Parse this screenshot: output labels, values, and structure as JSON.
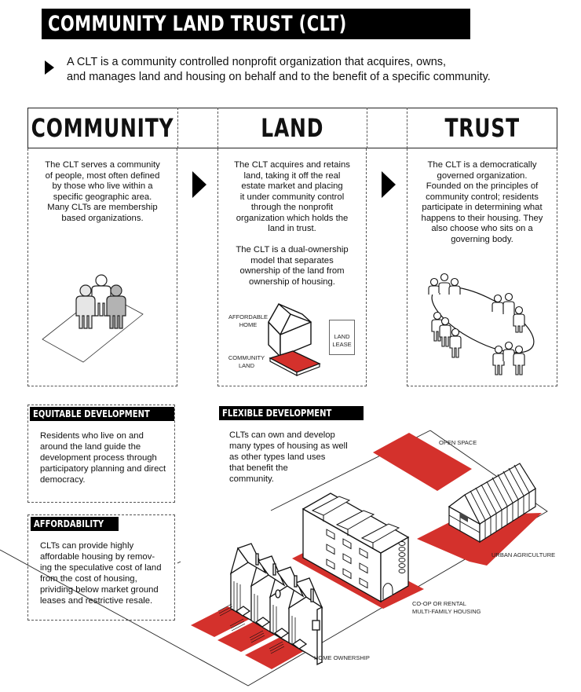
{
  "title": "COMMUNITY LAND TRUST (CLT)",
  "intro": {
    "line1": "A CLT is a community controlled nonprofit organization that  acquires, owns,",
    "line2": "and manages land and housing on behalf and to the benefit of a specific community."
  },
  "columns": [
    {
      "heading": "COMMUNITY",
      "body": [
        "The CLT serves a community",
        "of people, most often defined",
        "by those who live within a",
        "specific geographic area.",
        "Many CLTs are membership",
        "based organizations."
      ],
      "illustration": "people-on-land-icon"
    },
    {
      "heading": "LAND",
      "body": [
        "The CLT acquires and retains",
        "land, taking it off the real",
        "estate market and placing",
        "it under community control",
        "through the nonprofit",
        "organization which holds the",
        "land in trust."
      ],
      "body2": [
        "The CLT is a dual-ownership",
        "model that separates",
        "ownership of the land from",
        "ownership of housing."
      ],
      "labels": {
        "home": [
          "AFFORDABLE",
          "HOME"
        ],
        "land": [
          "COMMUNITY",
          "LAND"
        ],
        "lease": [
          "LAND",
          "LEASE"
        ]
      }
    },
    {
      "heading": "TRUST",
      "body": [
        "The CLT is a democratically",
        "governed organization.",
        "Founded on the principles of",
        "community control; residents",
        "participate in determining what",
        "happens to their housing. They",
        "also choose who sits on a",
        "governing body."
      ],
      "illustration": "board-table-icon"
    }
  ],
  "sections": {
    "equitable": {
      "tag": "EQUITABLE DEVELOPMENT",
      "body": [
        "Residents who live on and",
        "around the land guide the",
        "development process through",
        "participatory planning and direct",
        "democracy."
      ]
    },
    "affordability": {
      "tag": "AFFORDABILITY",
      "body": [
        "CLTs can provide highly",
        "affordable housing by remov-",
        "ing the speculative cost of land",
        "from the cost of housing,",
        "prividing below market ground",
        "leases and restrictive resale."
      ]
    },
    "flexible": {
      "tag": "FLEXIBLE DEVELOPMENT",
      "body": [
        "CLTs can own and develop",
        "many types of housing as well",
        "as other types land uses",
        "that benefit the",
        "community."
      ]
    }
  },
  "land_uses": {
    "open_space": "OPEN SPACE",
    "urban_agriculture": "URBAN AGRICULTURE",
    "coop_line1": "CO-OP OR RENTAL",
    "coop_line2": "MULTI-FAMILY HOUSING",
    "home_ownership": "HOME OWNERSHIP"
  },
  "colors": {
    "accent_red": "#d4312c",
    "ink": "#111111",
    "person_light": "#e6e6e6",
    "person_dark": "#b3b3b3"
  }
}
